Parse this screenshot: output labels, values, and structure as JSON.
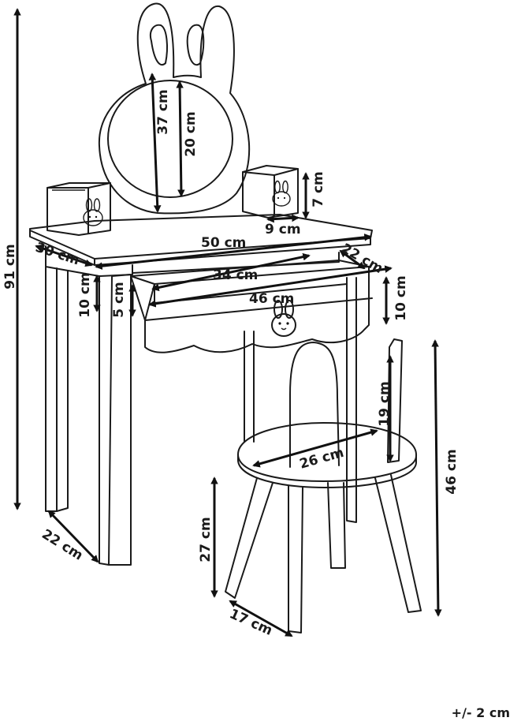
{
  "dimensions": {
    "total_height": "91 cm",
    "mirror_height": "37 cm",
    "mirror_glass": "20 cm",
    "box_height": "7 cm",
    "box_width": "9 cm",
    "table_width": "50 cm",
    "table_depth": "30 cm",
    "drawer_depth": "22 cm",
    "drawer_inner_width": "34 cm",
    "drawer_width": "46 cm",
    "apron_height": "10 cm",
    "drawer_inner_height": "5 cm",
    "drawer_front_height": "10 cm",
    "leg_spacing": "22 cm",
    "backrest_height": "19 cm",
    "seat_diameter": "26 cm",
    "stool_height": "46 cm",
    "seat_height": "27 cm",
    "stool_leg_spread": "17 cm"
  },
  "tolerance": "+/- 2 cm"
}
